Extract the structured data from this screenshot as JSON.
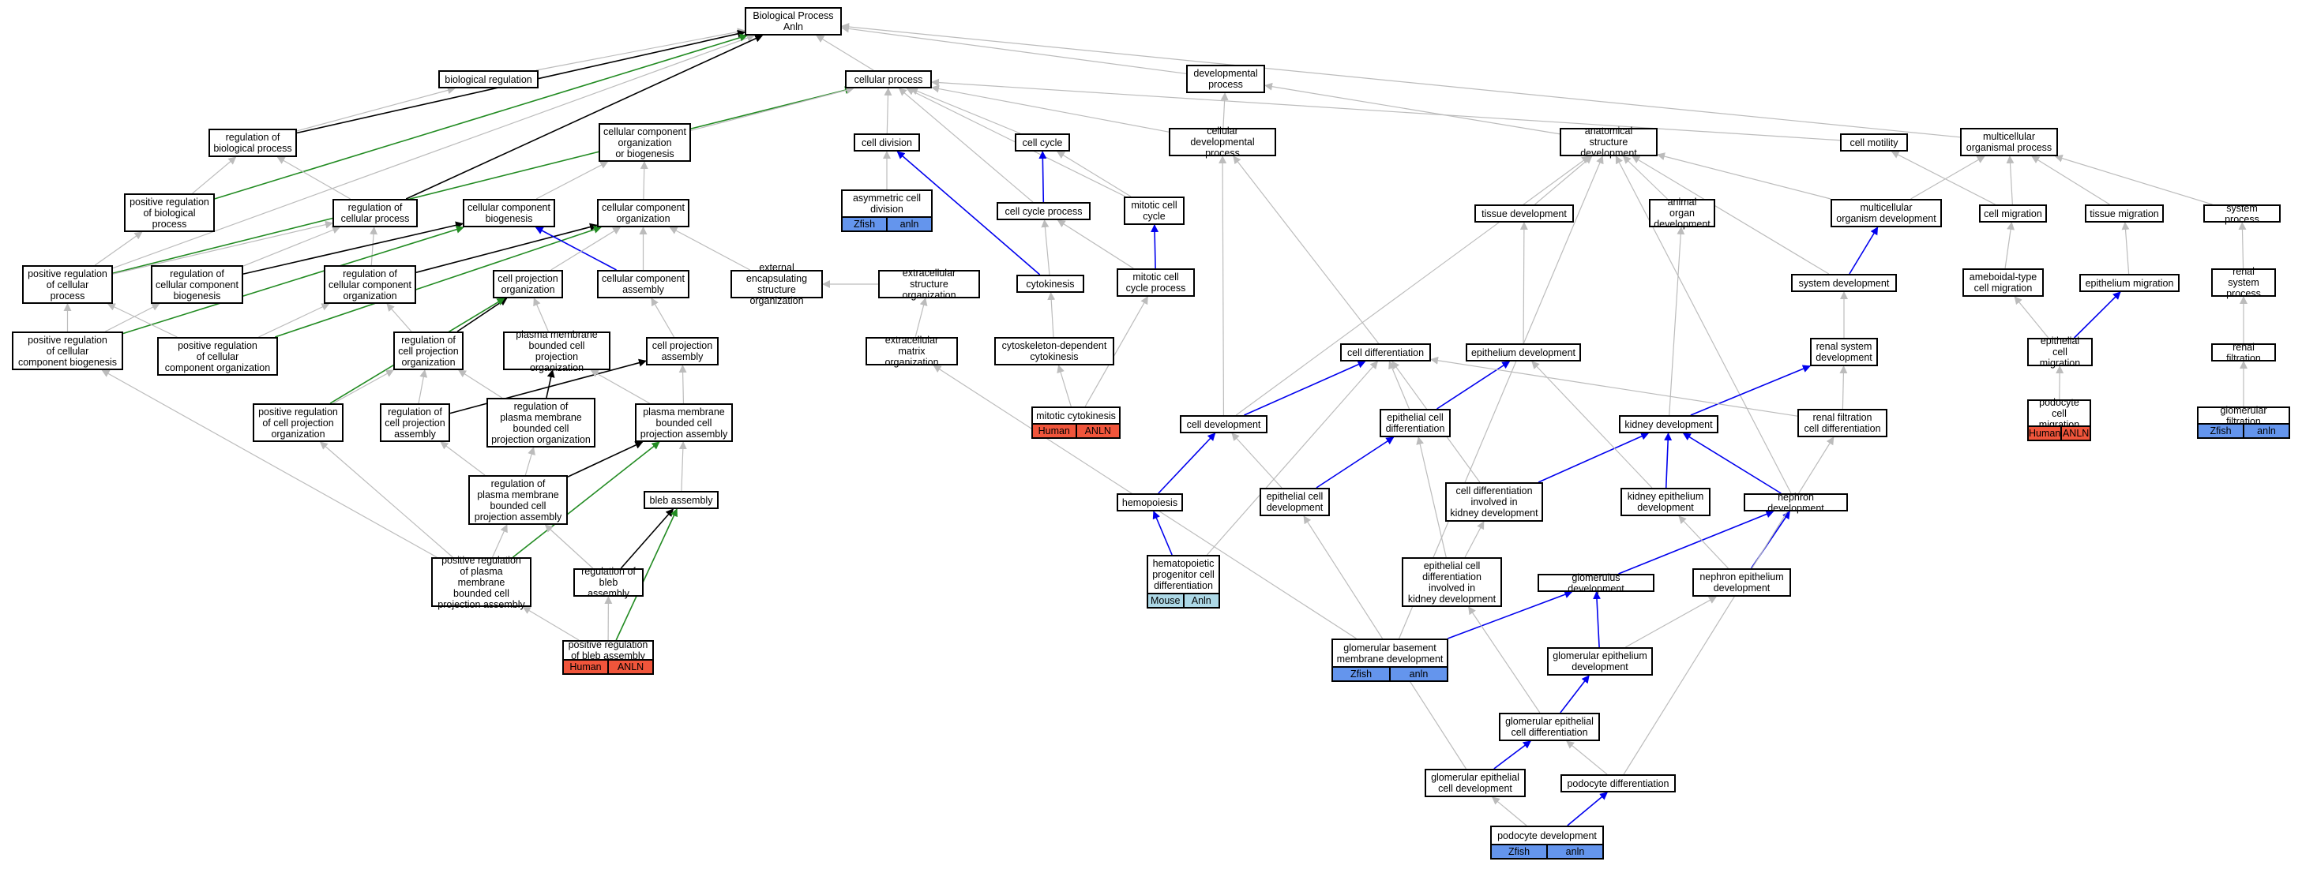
{
  "colors": {
    "edge_default": "#bcbcbc",
    "edge_blue": "#0000ee",
    "edge_green": "#228b22",
    "edge_black": "#000000",
    "human": "#f0553b",
    "zfish": "#6495ed",
    "mouse": "#add8e6"
  },
  "nodes": [
    {
      "id": "bp",
      "label": "Biological Process\nAnln"
    },
    {
      "id": "breg",
      "label": "biological regulation"
    },
    {
      "id": "cp",
      "label": "cellular process"
    },
    {
      "id": "devp",
      "label": "developmental\nprocess"
    },
    {
      "id": "regbp",
      "label": "regulation of\nbiological process"
    },
    {
      "id": "posregbp",
      "label": "positive regulation\nof biological\nprocess"
    },
    {
      "id": "regcp",
      "label": "regulation of\ncellular process"
    },
    {
      "id": "posregcp",
      "label": "positive regulation\nof cellular\nprocess"
    },
    {
      "id": "ccob",
      "label": "cellular component\norganization\nor biogenesis"
    },
    {
      "id": "ccbio",
      "label": "cellular component\nbiogenesis"
    },
    {
      "id": "ccorg",
      "label": "cellular component\norganization"
    },
    {
      "id": "regccb",
      "label": "regulation of\ncellular component\nbiogenesis"
    },
    {
      "id": "regcco",
      "label": "regulation of\ncellular component\norganization"
    },
    {
      "id": "posregccb",
      "label": "positive regulation\nof cellular\ncomponent biogenesis"
    },
    {
      "id": "posregcco",
      "label": "positive regulation\nof cellular\ncomponent organization"
    },
    {
      "id": "cpo",
      "label": "cell projection\norganization"
    },
    {
      "id": "cca",
      "label": "cellular component\nassembly"
    },
    {
      "id": "esso",
      "label": "external encapsulating\nstructure organization"
    },
    {
      "id": "ecso",
      "label": "extracellular\nstructure organization"
    },
    {
      "id": "ecmo",
      "label": "extracellular\nmatrix organization"
    },
    {
      "id": "regcpo",
      "label": "regulation of\ncell projection\norganization"
    },
    {
      "id": "pmbcpo",
      "label": "plasma membrane\nbounded cell\nprojection organization"
    },
    {
      "id": "cpa",
      "label": "cell projection\nassembly"
    },
    {
      "id": "posregcpo",
      "label": "positive regulation\nof cell projection\norganization"
    },
    {
      "id": "regcpa",
      "label": "regulation of\ncell projection\nassembly"
    },
    {
      "id": "regpmbcpo",
      "label": "regulation of\nplasma membrane\nbounded cell\nprojection organization"
    },
    {
      "id": "pmbcpa",
      "label": "plasma membrane\nbounded cell\nprojection assembly"
    },
    {
      "id": "regpmbcpa",
      "label": "regulation of\nplasma membrane\nbounded cell\nprojection assembly"
    },
    {
      "id": "bleba",
      "label": "bleb assembly"
    },
    {
      "id": "posregpmbcpa",
      "label": "positive regulation\nof plasma membrane\nbounded cell\nprojection assembly"
    },
    {
      "id": "regbleb",
      "label": "regulation of\nbleb assembly"
    },
    {
      "id": "posregbleb",
      "label": "positive regulation\nof bleb assembly"
    },
    {
      "id": "celldiv",
      "label": "cell division"
    },
    {
      "id": "asymdiv",
      "label": "asymmetric cell\ndivision"
    },
    {
      "id": "cellcycle",
      "label": "cell cycle"
    },
    {
      "id": "ccp",
      "label": "cell cycle process"
    },
    {
      "id": "mitcc",
      "label": "mitotic cell\ncycle"
    },
    {
      "id": "cytok",
      "label": "cytokinesis"
    },
    {
      "id": "mitccp",
      "label": "mitotic cell\ncycle process"
    },
    {
      "id": "cytodep",
      "label": "cytoskeleton-dependent\ncytokinesis"
    },
    {
      "id": "mitcytok",
      "label": "mitotic cytokinesis"
    },
    {
      "id": "celldevp",
      "label": "cellular developmental\nprocess"
    },
    {
      "id": "asd",
      "label": "anatomical structure\ndevelopment"
    },
    {
      "id": "cellmot",
      "label": "cell motility"
    },
    {
      "id": "multop",
      "label": "multicellular\norganismal process"
    },
    {
      "id": "tissdev",
      "label": "tissue development"
    },
    {
      "id": "aod",
      "label": "animal organ\ndevelopment"
    },
    {
      "id": "mod",
      "label": "multicellular\norganism development"
    },
    {
      "id": "cellmig",
      "label": "cell migration"
    },
    {
      "id": "tissmig",
      "label": "tissue migration"
    },
    {
      "id": "sysproc",
      "label": "system process"
    },
    {
      "id": "sysdev",
      "label": "system development"
    },
    {
      "id": "ameb",
      "label": "ameboidal-type\ncell migration"
    },
    {
      "id": "epimig",
      "label": "epithelium migration"
    },
    {
      "id": "rsp",
      "label": "renal system\nprocess"
    },
    {
      "id": "celldiff",
      "label": "cell differentiation"
    },
    {
      "id": "epidev",
      "label": "epithelium development"
    },
    {
      "id": "rsd",
      "label": "renal system\ndevelopment"
    },
    {
      "id": "epicellmig",
      "label": "epithelial cell\nmigration"
    },
    {
      "id": "renfilt",
      "label": "renal filtration"
    },
    {
      "id": "celldev",
      "label": "cell development"
    },
    {
      "id": "epicelldiff",
      "label": "epithelial cell\ndifferentiation"
    },
    {
      "id": "kidneydev",
      "label": "kidney development"
    },
    {
      "id": "renfiltdiff",
      "label": "renal filtration\ncell differentiation"
    },
    {
      "id": "podomig",
      "label": "podocyte cell\nmigration"
    },
    {
      "id": "glomfilt",
      "label": "glomerular filtration"
    },
    {
      "id": "hemo",
      "label": "hemopoiesis"
    },
    {
      "id": "epicelldev",
      "label": "epithelial cell\ndevelopment"
    },
    {
      "id": "celldiffkid",
      "label": "cell differentiation\ninvolved in\nkidney development"
    },
    {
      "id": "kidepidev",
      "label": "kidney epithelium\ndevelopment"
    },
    {
      "id": "nephrondev",
      "label": "nephron development"
    },
    {
      "id": "hemaprog",
      "label": "hematopoietic\nprogenitor cell\ndifferentiation"
    },
    {
      "id": "epicelldiffkid",
      "label": "epithelial cell\ndifferentiation\ninvolved in\nkidney development"
    },
    {
      "id": "glomdev",
      "label": "glomerulus development"
    },
    {
      "id": "nephepidev",
      "label": "nephron epithelium\ndevelopment"
    },
    {
      "id": "gbmdev",
      "label": "glomerular basement\nmembrane development"
    },
    {
      "id": "glomepidev",
      "label": "glomerular epithelium\ndevelopment"
    },
    {
      "id": "glomepidiff",
      "label": "glomerular epithelial\ncell differentiation"
    },
    {
      "id": "glomepicelldev",
      "label": "glomerular epithelial\ncell development"
    },
    {
      "id": "pododiff",
      "label": "podocyte differentiation"
    },
    {
      "id": "pododev",
      "label": "podocyte development"
    }
  ],
  "annotations": [
    {
      "node": "posregbleb",
      "species": "Human",
      "gene": "ANLN",
      "color": "#f0553b"
    },
    {
      "node": "asymdiv",
      "species": "Zfish",
      "gene": "anln",
      "color": "#6495ed"
    },
    {
      "node": "mitcytok",
      "species": "Human",
      "gene": "ANLN",
      "color": "#f0553b"
    },
    {
      "node": "podomig",
      "species": "Human",
      "gene": "ANLN",
      "color": "#f0553b"
    },
    {
      "node": "glomfilt",
      "species": "Zfish",
      "gene": "anln",
      "color": "#6495ed"
    },
    {
      "node": "hemaprog",
      "species": "Mouse",
      "gene": "Anln",
      "color": "#add8e6"
    },
    {
      "node": "gbmdev",
      "species": "Zfish",
      "gene": "anln",
      "color": "#6495ed"
    },
    {
      "node": "pododev",
      "species": "Zfish",
      "gene": "anln",
      "color": "#6495ed"
    }
  ],
  "edges": [
    [
      "breg",
      "bp",
      "g"
    ],
    [
      "cp",
      "bp",
      "g"
    ],
    [
      "devp",
      "bp",
      "g"
    ],
    [
      "multop",
      "bp",
      "g"
    ],
    [
      "posregcp",
      "bp",
      "g"
    ],
    [
      "regbp",
      "bp",
      "k"
    ],
    [
      "regcp",
      "bp",
      "k"
    ],
    [
      "posregbp",
      "bp",
      "green"
    ],
    [
      "posregcp",
      "cp",
      "green"
    ],
    [
      "regbp",
      "breg",
      "g"
    ],
    [
      "posregbp",
      "regbp",
      "g"
    ],
    [
      "regcp",
      "regbp",
      "g"
    ],
    [
      "posregcp",
      "posregbp",
      "g"
    ],
    [
      "posregcp",
      "regcp",
      "g"
    ],
    [
      "ccob",
      "cp",
      "g"
    ],
    [
      "celldiv",
      "cp",
      "g"
    ],
    [
      "cellcycle",
      "cp",
      "g"
    ],
    [
      "ccp",
      "cp",
      "g"
    ],
    [
      "mitcc",
      "cp",
      "g"
    ],
    [
      "celldevp",
      "cp",
      "g"
    ],
    [
      "cellmot",
      "cp",
      "g"
    ],
    [
      "asd",
      "devp",
      "g"
    ],
    [
      "celldevp",
      "devp",
      "g"
    ],
    [
      "ccbio",
      "ccob",
      "g"
    ],
    [
      "ccorg",
      "ccob",
      "g"
    ],
    [
      "regccb",
      "regcp",
      "g"
    ],
    [
      "regcco",
      "regcp",
      "g"
    ],
    [
      "regccb",
      "ccbio",
      "k"
    ],
    [
      "regcco",
      "ccorg",
      "k"
    ],
    [
      "posregccb",
      "ccbio",
      "green"
    ],
    [
      "posregcco",
      "ccorg",
      "green"
    ],
    [
      "posregccb",
      "regccb",
      "g"
    ],
    [
      "posregcco",
      "regcco",
      "g"
    ],
    [
      "posregccb",
      "posregcp",
      "g"
    ],
    [
      "posregcco",
      "posregcp",
      "g"
    ],
    [
      "cca",
      "ccbio",
      "blue"
    ],
    [
      "cca",
      "ccorg",
      "g"
    ],
    [
      "cpo",
      "ccorg",
      "g"
    ],
    [
      "esso",
      "ccorg",
      "g"
    ],
    [
      "ecso",
      "esso",
      "g"
    ],
    [
      "ecmo",
      "ecso",
      "g"
    ],
    [
      "regcpo",
      "regcco",
      "g"
    ],
    [
      "regcpo",
      "cpo",
      "k"
    ],
    [
      "pmbcpo",
      "cpo",
      "g"
    ],
    [
      "cpa",
      "cca",
      "g"
    ],
    [
      "posregcpo",
      "cpo",
      "green"
    ],
    [
      "posregcpo",
      "regcpo",
      "g"
    ],
    [
      "regcpa",
      "regcpo",
      "g"
    ],
    [
      "regcpa",
      "cpa",
      "k"
    ],
    [
      "regpmbcpo",
      "regcpo",
      "g"
    ],
    [
      "regpmbcpo",
      "pmbcpo",
      "k"
    ],
    [
      "pmbcpa",
      "pmbcpo",
      "g"
    ],
    [
      "pmbcpa",
      "cpa",
      "g"
    ],
    [
      "regpmbcpa",
      "regcpa",
      "g"
    ],
    [
      "regpmbcpa",
      "regpmbcpo",
      "g"
    ],
    [
      "regpmbcpa",
      "pmbcpa",
      "k"
    ],
    [
      "bleba",
      "pmbcpa",
      "g"
    ],
    [
      "posregpmbcpa",
      "pmbcpa",
      "green"
    ],
    [
      "posregpmbcpa",
      "regpmbcpa",
      "g"
    ],
    [
      "posregpmbcpa",
      "posregcpo",
      "g"
    ],
    [
      "posregpmbcpa",
      "posregccb",
      "g"
    ],
    [
      "regbleb",
      "regpmbcpa",
      "g"
    ],
    [
      "regbleb",
      "bleba",
      "k"
    ],
    [
      "posregbleb",
      "bleba",
      "green"
    ],
    [
      "posregbleb",
      "regbleb",
      "g"
    ],
    [
      "posregbleb",
      "posregpmbcpa",
      "g"
    ],
    [
      "asymdiv",
      "celldiv",
      "g"
    ],
    [
      "ccp",
      "cellcycle",
      "blue"
    ],
    [
      "mitcc",
      "cellcycle",
      "g"
    ],
    [
      "cytok",
      "celldiv",
      "blue"
    ],
    [
      "cytok",
      "ccp",
      "g"
    ],
    [
      "mitccp",
      "ccp",
      "g"
    ],
    [
      "mitccp",
      "mitcc",
      "blue"
    ],
    [
      "cytodep",
      "cytok",
      "g"
    ],
    [
      "mitcytok",
      "cytodep",
      "g"
    ],
    [
      "mitcytok",
      "mitccp",
      "g"
    ],
    [
      "celldiff",
      "celldevp",
      "g"
    ],
    [
      "celldev",
      "celldevp",
      "g"
    ],
    [
      "tissdev",
      "asd",
      "g"
    ],
    [
      "aod",
      "asd",
      "g"
    ],
    [
      "mod",
      "asd",
      "g"
    ],
    [
      "sysdev",
      "asd",
      "g"
    ],
    [
      "celldev",
      "asd",
      "g"
    ],
    [
      "gbmdev",
      "asd",
      "g"
    ],
    [
      "nephrondev",
      "asd",
      "g"
    ],
    [
      "mod",
      "multop",
      "g"
    ],
    [
      "sysdev",
      "mod",
      "blue"
    ],
    [
      "cellmig",
      "cellmot",
      "g"
    ],
    [
      "cellmig",
      "multop",
      "g"
    ],
    [
      "tissmig",
      "multop",
      "g"
    ],
    [
      "sysproc",
      "multop",
      "g"
    ],
    [
      "ameb",
      "cellmig",
      "g"
    ],
    [
      "epimig",
      "tissmig",
      "g"
    ],
    [
      "epicellmig",
      "epimig",
      "blue"
    ],
    [
      "epicellmig",
      "ameb",
      "g"
    ],
    [
      "podomig",
      "epicellmig",
      "g"
    ],
    [
      "rsp",
      "sysproc",
      "g"
    ],
    [
      "renfilt",
      "rsp",
      "g"
    ],
    [
      "glomfilt",
      "renfilt",
      "g"
    ],
    [
      "epidev",
      "tissdev",
      "g"
    ],
    [
      "rsd",
      "sysdev",
      "g"
    ],
    [
      "kidneydev",
      "aod",
      "g"
    ],
    [
      "kidneydev",
      "rsd",
      "blue"
    ],
    [
      "celldev",
      "celldiff",
      "blue"
    ],
    [
      "epicelldiff",
      "celldiff",
      "g"
    ],
    [
      "epicelldiff",
      "epidev",
      "blue"
    ],
    [
      "renfiltdiff",
      "celldiff",
      "g"
    ],
    [
      "renfiltdiff",
      "rsd",
      "g"
    ],
    [
      "hemo",
      "celldev",
      "blue"
    ],
    [
      "epicelldev",
      "celldev",
      "g"
    ],
    [
      "epicelldev",
      "epicelldiff",
      "blue"
    ],
    [
      "celldiffkid",
      "kidneydev",
      "blue"
    ],
    [
      "celldiffkid",
      "celldiff",
      "g"
    ],
    [
      "kidepidev",
      "kidneydev",
      "blue"
    ],
    [
      "kidepidev",
      "epidev",
      "g"
    ],
    [
      "nephrondev",
      "kidneydev",
      "blue"
    ],
    [
      "hemaprog",
      "hemo",
      "blue"
    ],
    [
      "hemaprog",
      "celldiff",
      "g"
    ],
    [
      "epicelldiffkid",
      "epicelldiff",
      "g"
    ],
    [
      "epicelldiffkid",
      "celldiffkid",
      "g"
    ],
    [
      "glomdev",
      "nephrondev",
      "blue"
    ],
    [
      "nephepidev",
      "nephrondev",
      "blue"
    ],
    [
      "nephepidev",
      "kidepidev",
      "g"
    ],
    [
      "gbmdev",
      "ecmo",
      "g"
    ],
    [
      "gbmdev",
      "glomdev",
      "blue"
    ],
    [
      "glomepidev",
      "glomdev",
      "blue"
    ],
    [
      "glomepidev",
      "nephepidev",
      "g"
    ],
    [
      "glomepidiff",
      "glomepidev",
      "blue"
    ],
    [
      "glomepidiff",
      "epicelldiffkid",
      "g"
    ],
    [
      "glomepicelldev",
      "glomepidiff",
      "blue"
    ],
    [
      "glomepicelldev",
      "epicelldev",
      "g"
    ],
    [
      "pododiff",
      "glomepidiff",
      "g"
    ],
    [
      "pododiff",
      "renfiltdiff",
      "g"
    ],
    [
      "pododev",
      "pododiff",
      "blue"
    ],
    [
      "pododev",
      "glomepicelldev",
      "g"
    ]
  ]
}
